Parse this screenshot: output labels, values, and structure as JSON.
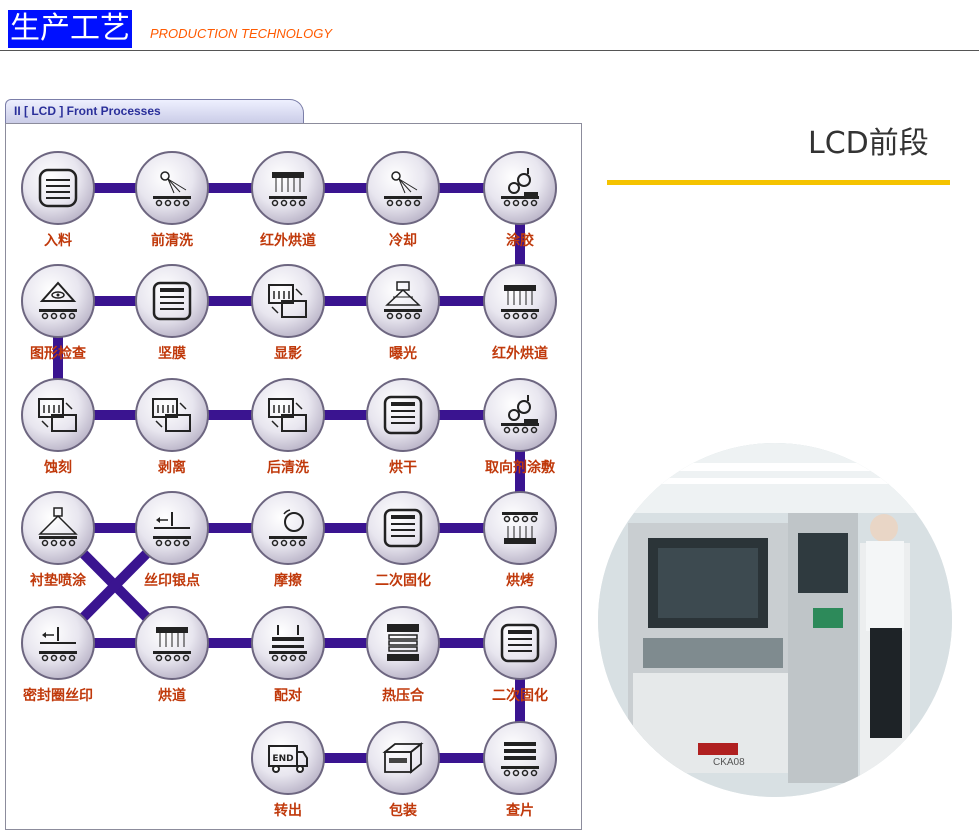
{
  "header": {
    "title": "生产工艺",
    "subtitle": "PRODUCTION TECHNOLOGY"
  },
  "panel": {
    "tab_label": "II [ LCD ]  Front Processes"
  },
  "steps": [
    {
      "label": "入料",
      "icon": "stack-icon"
    },
    {
      "label": "前清洗",
      "icon": "spray-conveyor-icon"
    },
    {
      "label": "红外烘道",
      "icon": "infrared-oven-icon"
    },
    {
      "label": "冷却",
      "icon": "spray-conveyor-icon"
    },
    {
      "label": "涂胶",
      "icon": "roller-coater-icon"
    },
    {
      "label": "图形检查",
      "icon": "eye-inspection-icon"
    },
    {
      "label": "坚膜",
      "icon": "oven-chamber-icon"
    },
    {
      "label": "显影",
      "icon": "wet-tank-icon"
    },
    {
      "label": "曝光",
      "icon": "exposure-lamp-icon"
    },
    {
      "label": "红外烘道",
      "icon": "infrared-oven-icon"
    },
    {
      "label": "蚀刻",
      "icon": "wet-tank-icon"
    },
    {
      "label": "剥离",
      "icon": "wet-tank-icon"
    },
    {
      "label": "后清洗",
      "icon": "wet-tank-icon"
    },
    {
      "label": "烘干",
      "icon": "oven-chamber-icon"
    },
    {
      "label": "取向剂涂敷",
      "icon": "roller-coater-icon"
    },
    {
      "label": "衬垫喷涂",
      "icon": "spacer-spray-icon"
    },
    {
      "label": "丝印银点",
      "icon": "screen-print-icon"
    },
    {
      "label": "摩擦",
      "icon": "rubbing-roller-icon"
    },
    {
      "label": "二次固化",
      "icon": "oven-chamber-icon"
    },
    {
      "label": "烘烤",
      "icon": "bake-heater-icon"
    },
    {
      "label": "密封圈丝印",
      "icon": "screen-print-icon"
    },
    {
      "label": "烘道",
      "icon": "infrared-oven-icon"
    },
    {
      "label": "配对",
      "icon": "press-align-icon"
    },
    {
      "label": "热压合",
      "icon": "hot-press-icon"
    },
    {
      "label": "二次固化",
      "icon": "oven-chamber-icon"
    },
    {
      "label": "转出",
      "icon": "end-truck-icon"
    },
    {
      "label": "包装",
      "icon": "package-box-icon"
    },
    {
      "label": "查片",
      "icon": "panel-stack-icon"
    }
  ],
  "aside": {
    "title": "LCD前段",
    "accent_color": "#f5c300"
  },
  "photo": {
    "icon": "factory-photo-icon"
  }
}
